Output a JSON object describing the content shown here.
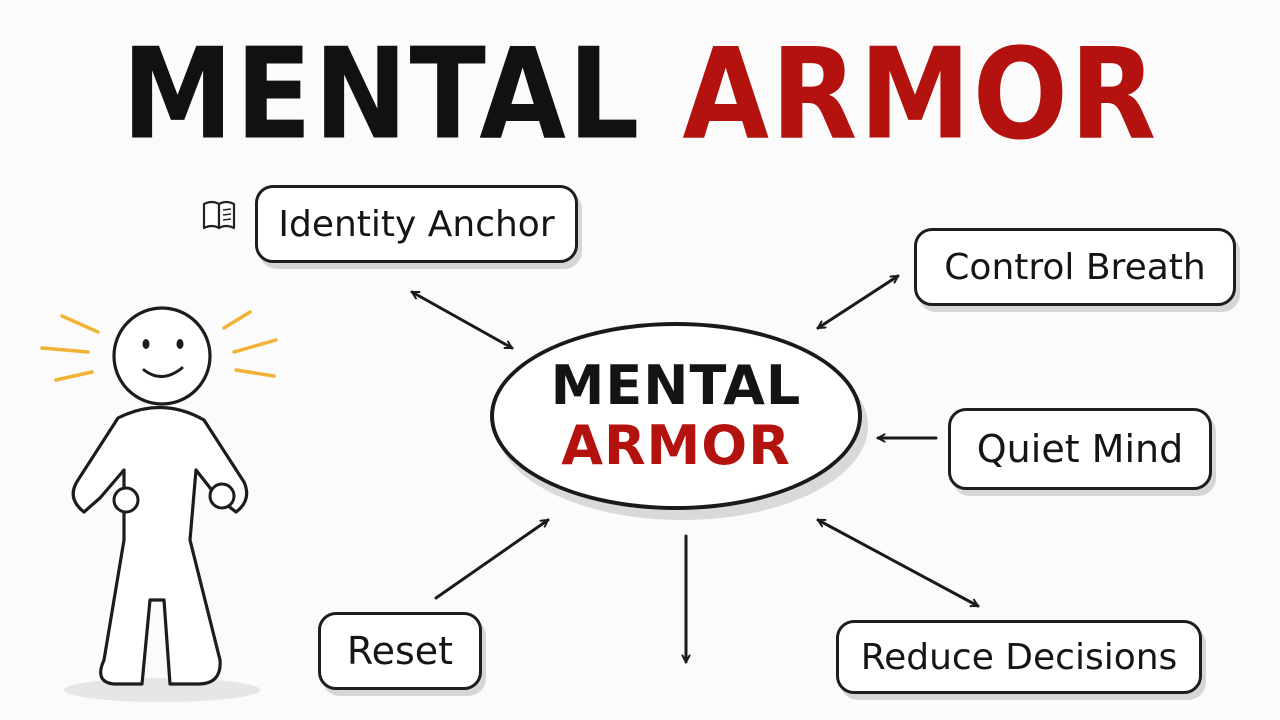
{
  "title": {
    "word1": "MENTAL",
    "word2": "ARMOR"
  },
  "center": {
    "line1": "MENTAL",
    "line2": "ARMOR"
  },
  "nodes": {
    "identity_anchor": "Identity Anchor",
    "control_breath": "Control Breath",
    "quiet_mind": "Quiet Mind",
    "reset": "Reset",
    "reduce_decisions": "Reduce Decisions"
  },
  "icons": {
    "book": "book-icon",
    "figure": "stick-figure-illustration"
  },
  "colors": {
    "accent": "#b3120f",
    "ink": "#111111",
    "ray": "#f2b233"
  }
}
